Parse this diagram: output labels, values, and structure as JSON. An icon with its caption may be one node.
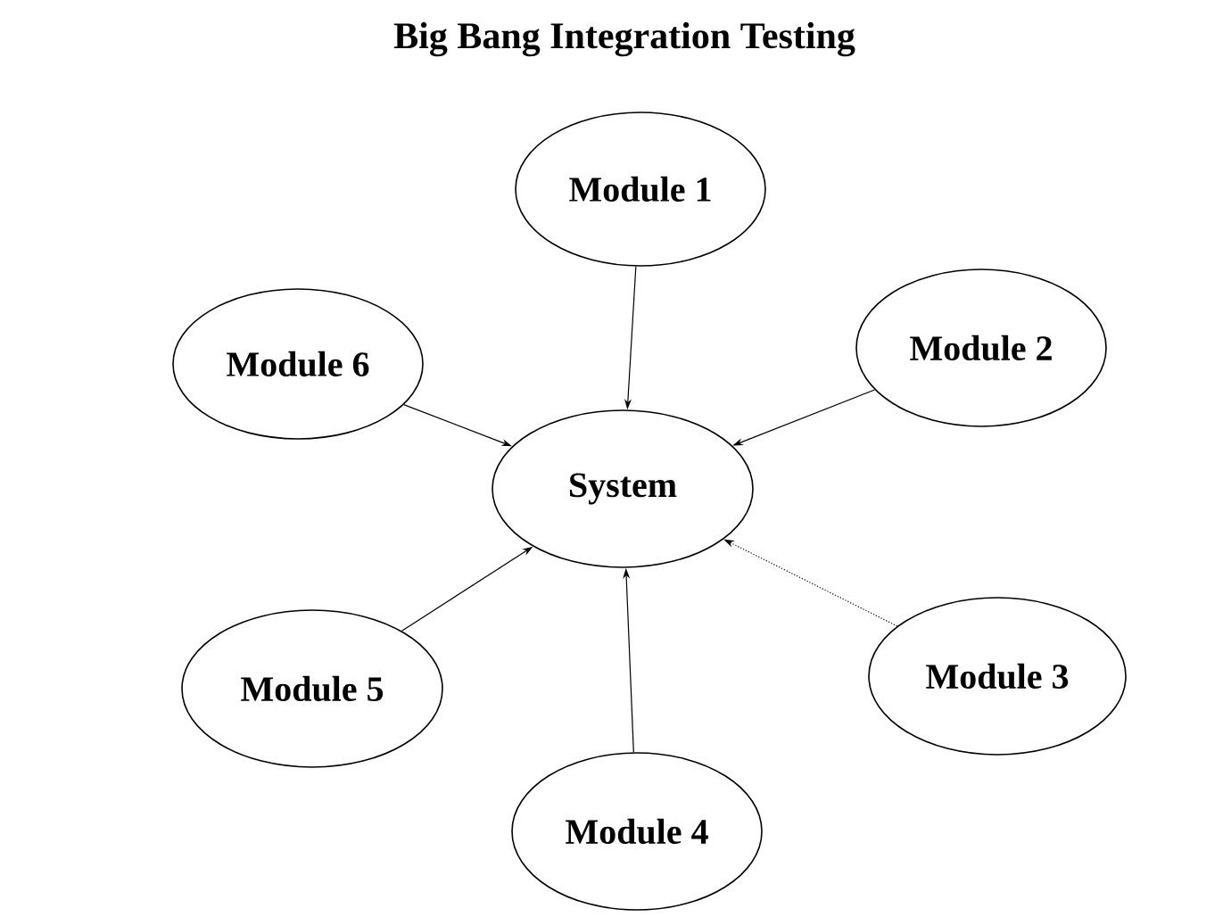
{
  "diagram": {
    "title": "Big Bang Integration Testing",
    "nodes": [
      {
        "text": [
          "Module 1"
        ]
      },
      {
        "text": [
          "Module 6"
        ]
      },
      {
        "text": [
          "Module 2"
        ]
      },
      {
        "text": [
          "System"
        ]
      },
      {
        "text": [
          "Module 5"
        ]
      },
      {
        "text": [
          "Module 3"
        ]
      },
      {
        "text": [
          "Module 4"
        ]
      }
    ],
    "edges": [
      {
        "from": 0,
        "to": 3,
        "arrow": "to"
      },
      {
        "from": 1,
        "to": 3,
        "arrow": "to"
      },
      {
        "from": 2,
        "to": 3,
        "arrow": "to"
      },
      {
        "from": 4,
        "to": 3,
        "arrow": "to"
      },
      {
        "from": 5,
        "to": 3,
        "arrow": "to",
        "style": "dashed"
      },
      {
        "from": 6,
        "to": 3,
        "arrow": "to"
      }
    ]
  }
}
